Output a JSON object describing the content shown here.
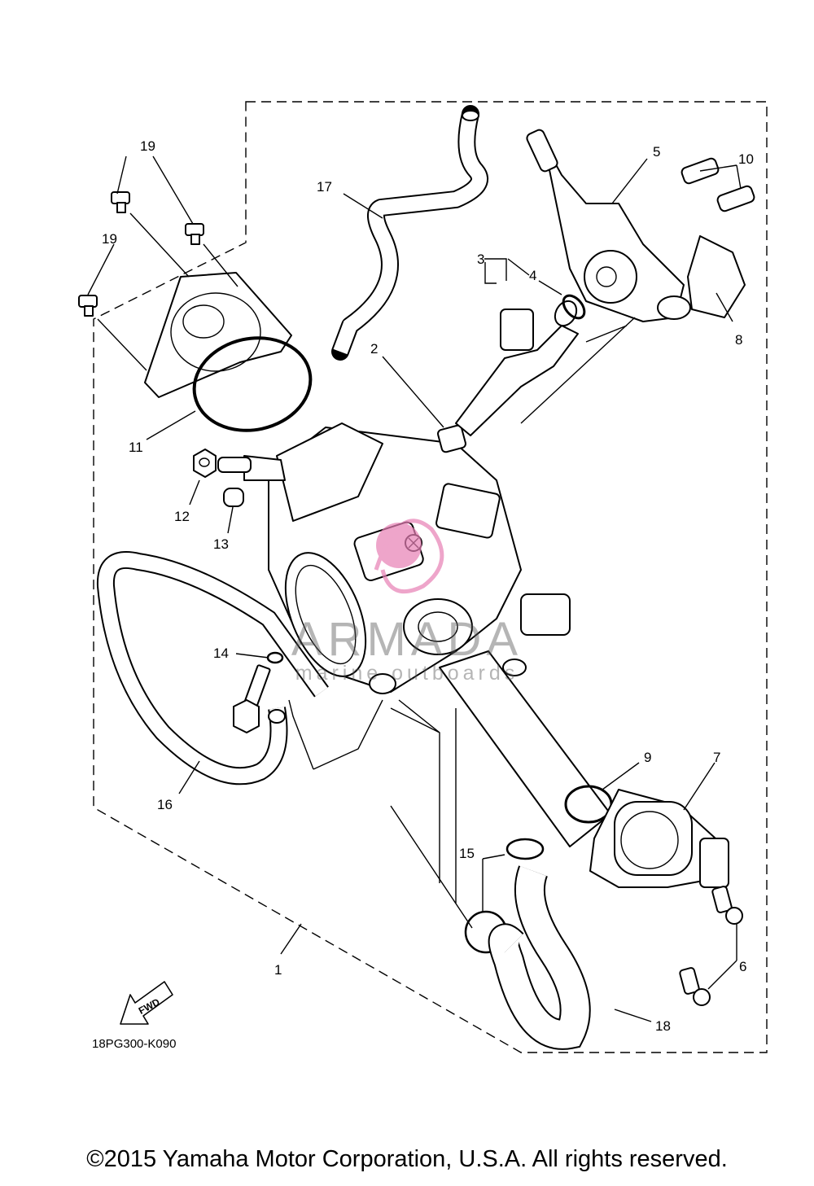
{
  "diagram": {
    "callouts": [
      "1",
      "2",
      "3",
      "4",
      "5",
      "6",
      "7",
      "8",
      "9",
      "10",
      "11",
      "12",
      "13",
      "14",
      "15",
      "16",
      "17",
      "18",
      "19",
      "19"
    ],
    "drawing_code": "18PG300-K090",
    "fwd_label": "FWD"
  },
  "watermark": {
    "brand": "ARMADA",
    "subtitle": "marine outboards",
    "accent_color": "#e77fb5"
  },
  "footer": {
    "copyright": "©2015 Yamaha Motor Corporation, U.S.A. All rights reserved."
  }
}
